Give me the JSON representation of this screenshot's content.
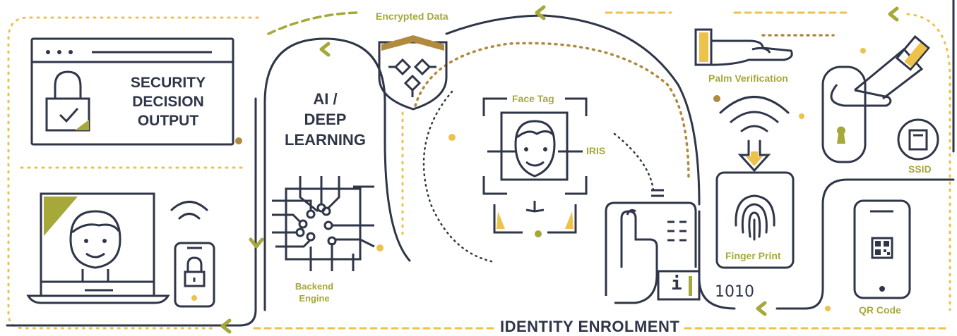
{
  "security_output": {
    "line1": "SECURITY",
    "line2": "DECISION",
    "line3": "OUTPUT"
  },
  "ai": {
    "line1": "AI /",
    "line2": "DEEP",
    "line3": "LEARNING"
  },
  "backend": {
    "line1": "Backend",
    "line2": "Engine"
  },
  "encrypted": {
    "label": "Encrypted Data"
  },
  "face": {
    "face_tag": "Face Tag",
    "iris": "IRIS"
  },
  "palm": {
    "label": "Palm Verification"
  },
  "finger": {
    "label": "Finger Print"
  },
  "ssid": {
    "label": "SSID"
  },
  "qr": {
    "label": "QR Code"
  },
  "binary": {
    "value": "1010"
  },
  "info": {
    "glyph": "i"
  },
  "footer": {
    "title": "IDENTITY ENROLMENT"
  },
  "colors": {
    "dark": "#2f3648",
    "olive": "#a6a83a",
    "gold": "#ecc24b",
    "brown": "#b08a3e"
  },
  "icons": [
    "browser-window-icon",
    "padlock-icon",
    "laptop-icon",
    "user-face-icon",
    "wifi-icon",
    "smartphone-lock-icon",
    "circuit-chip-icon",
    "shield-icon",
    "face-scan-icon",
    "palm-hand-icon",
    "fingerprint-scanner-icon",
    "door-handle-icon",
    "sd-card-icon",
    "qr-phone-icon",
    "touch-keypad-icon",
    "chevron-icon"
  ]
}
